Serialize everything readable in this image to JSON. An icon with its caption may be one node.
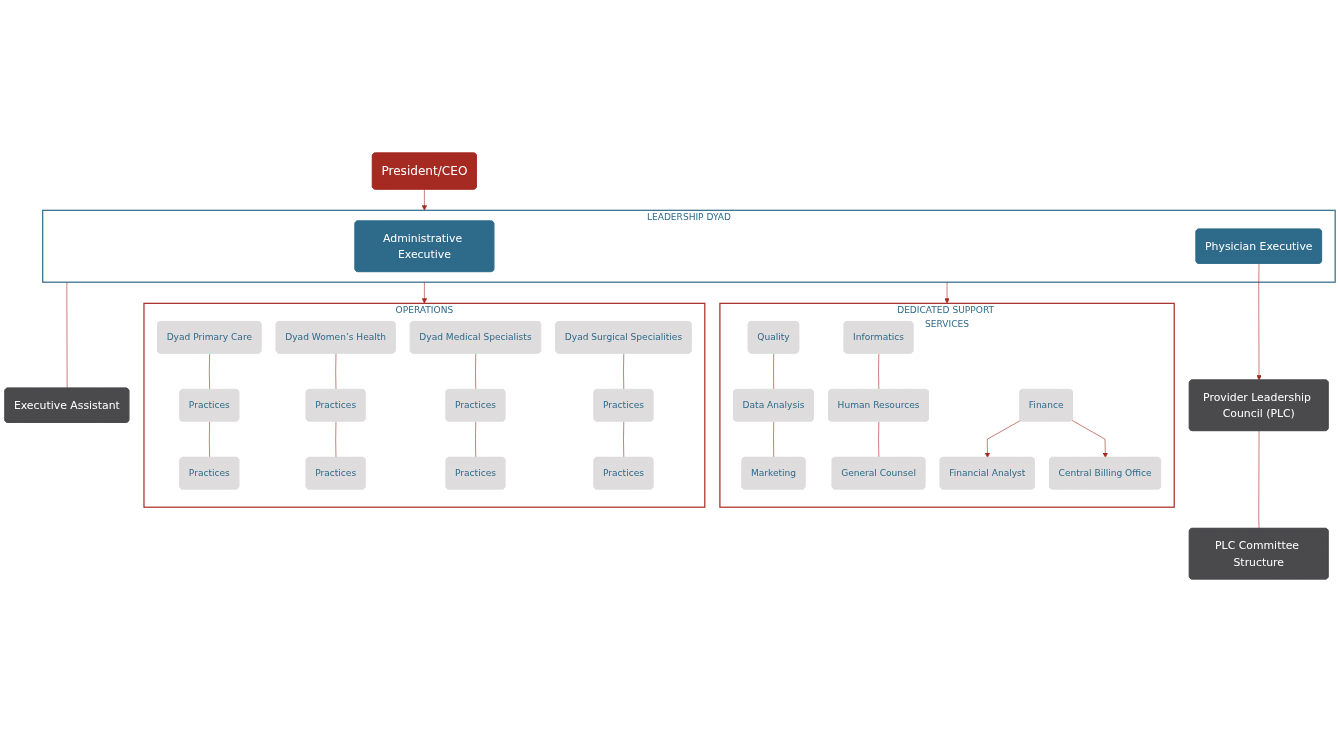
{
  "diagram": {
    "nodes": [
      {
        "text": [
          "President/CEO"
        ]
      },
      {
        "text": [
          "LEADERSHIP DYAD"
        ]
      },
      {
        "text": [
          "Administrative Executive"
        ],
        "in": 1
      },
      {
        "text": [
          "Physician Executive"
        ],
        "in": 1
      },
      {
        "text": [
          "Provider Leadership Council (PLC)"
        ]
      },
      {
        "text": [
          "Executive Assistant"
        ]
      },
      {
        "text": [
          "PLC Committee Structure"
        ]
      },
      {
        "text": [
          "OPERATIONS"
        ]
      },
      {
        "text": [
          "Dyad Primary Care"
        ],
        "in": 7
      },
      {
        "text": [
          "Dyad Women’s Health"
        ],
        "in": 7
      },
      {
        "text": [
          "Dyad Medical Specialists"
        ],
        "in": 7
      },
      {
        "text": [
          "Dyad Surgical Specialities"
        ],
        "in": 7
      },
      {
        "text": [
          "Practices"
        ],
        "in": 7
      },
      {
        "text": [
          "Practices"
        ],
        "in": 7
      },
      {
        "text": [
          "Practices"
        ],
        "in": 7
      },
      {
        "text": [
          "Practices"
        ],
        "in": 7
      },
      {
        "text": [
          "Practices"
        ],
        "in": 7
      },
      {
        "text": [
          "Practices"
        ],
        "in": 7
      },
      {
        "text": [
          "Practices"
        ],
        "in": 7
      },
      {
        "text": [
          "Practices"
        ],
        "in": 7
      },
      {
        "text": [
          "DEDICATED SUPPORT SERVICES"
        ]
      },
      {
        "text": [
          "Quality"
        ],
        "in": 20
      },
      {
        "text": [
          "Informatics"
        ],
        "in": 20
      },
      {
        "text": [
          "Finance"
        ],
        "in": 20
      },
      {
        "text": [
          "Data Analysis"
        ],
        "in": 20
      },
      {
        "text": [
          "Human Resources"
        ],
        "in": 20
      },
      {
        "text": [
          "Financial Analyst"
        ],
        "in": 20
      },
      {
        "text": [
          "Marketing"
        ],
        "in": 20
      },
      {
        "text": [
          "General Counsel"
        ],
        "in": 20
      },
      {
        "text": [
          "Central Billing Office"
        ],
        "in": 20
      }
    ],
    "edges": [
      {
        "from": 0,
        "to": 1,
        "arrow": "to"
      },
      {
        "from": 3,
        "to": 4,
        "arrow": "to"
      },
      {
        "from": 4,
        "to": 6,
        "arrow": "none"
      },
      {
        "from": 1,
        "to": 5,
        "arrow": "none"
      },
      {
        "from": 1,
        "to": 7,
        "arrow": "to"
      },
      {
        "from": 1,
        "to": 20,
        "arrow": "to"
      },
      {
        "from": 8,
        "to": 12,
        "arrow": "none"
      },
      {
        "from": 12,
        "to": 16,
        "arrow": "none"
      },
      {
        "from": 9,
        "to": 13,
        "arrow": "none"
      },
      {
        "from": 13,
        "to": 17,
        "arrow": "none"
      },
      {
        "from": 10,
        "to": 14,
        "arrow": "none"
      },
      {
        "from": 14,
        "to": 18,
        "arrow": "none"
      },
      {
        "from": 11,
        "to": 15,
        "arrow": "none"
      },
      {
        "from": 15,
        "to": 19,
        "arrow": "none"
      },
      {
        "from": 21,
        "to": 24,
        "arrow": "none"
      },
      {
        "from": 24,
        "to": 27,
        "arrow": "none"
      },
      {
        "from": 22,
        "to": 25,
        "arrow": "none"
      },
      {
        "from": 25,
        "to": 28,
        "arrow": "none"
      },
      {
        "from": 23,
        "to": 26,
        "arrow": "to"
      },
      {
        "from": 23,
        "to": 29,
        "arrow": "to"
      }
    ]
  }
}
